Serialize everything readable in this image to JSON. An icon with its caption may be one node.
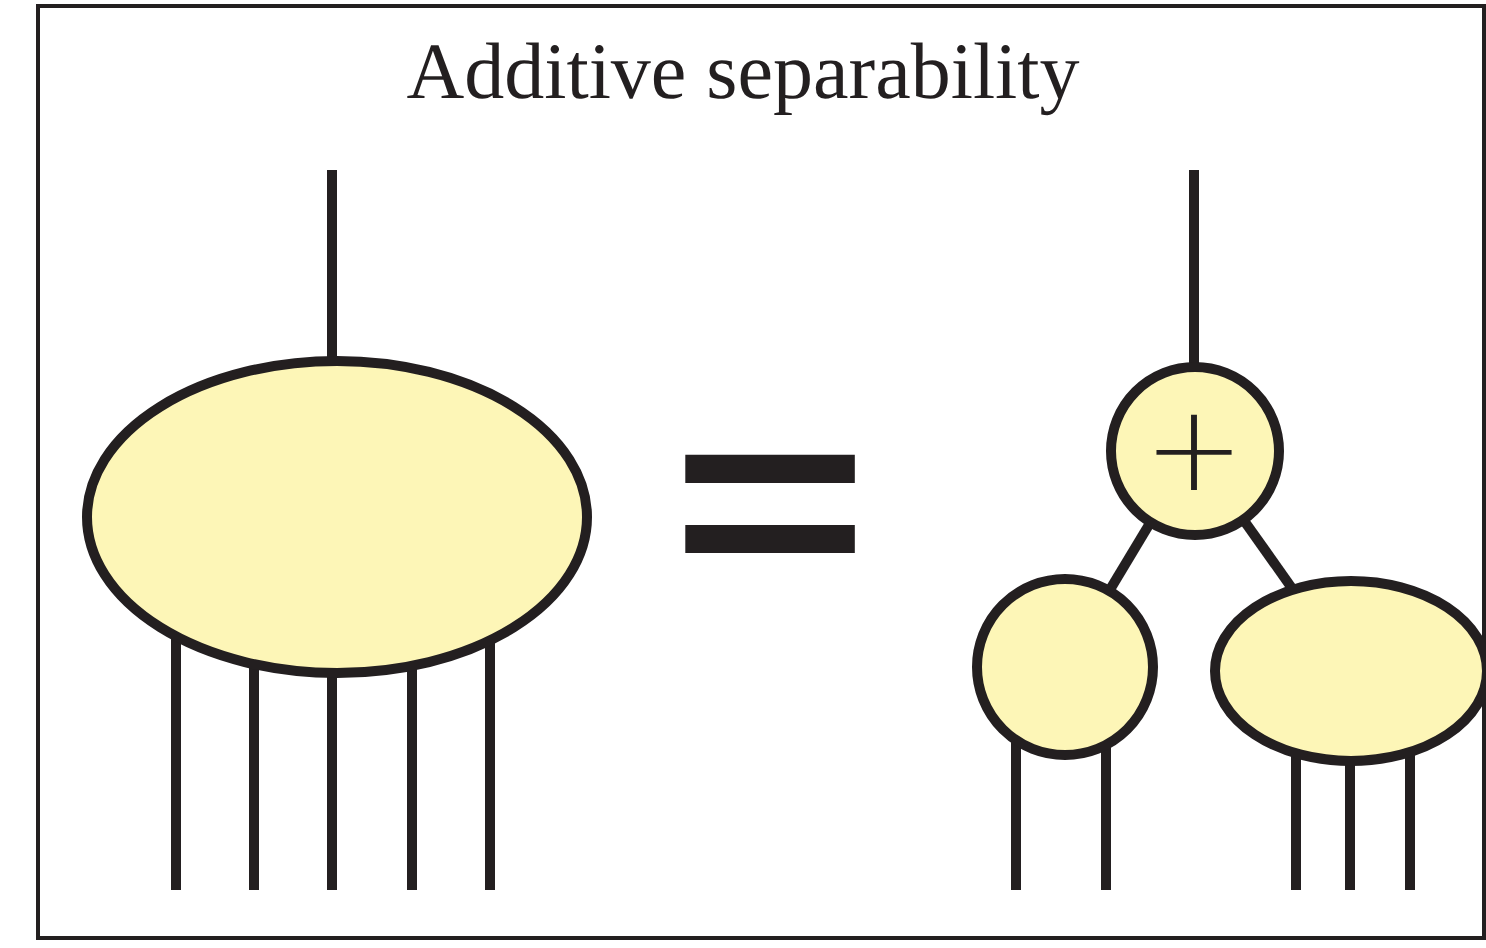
{
  "diagram": {
    "title": "Additive separability",
    "nodes": [
      {
        "text": [],
        "shape": "ellipse"
      },
      {
        "text": [
          "+"
        ]
      },
      {
        "text": [],
        "shape": "circle"
      },
      {
        "text": [],
        "shape": "ellipse"
      }
    ],
    "edges": [
      {
        "from": null,
        "to": 0,
        "arrow": "none"
      },
      {
        "from": 0,
        "to": null,
        "arrow": "none"
      },
      {
        "from": 0,
        "to": null,
        "arrow": "none"
      },
      {
        "from": 0,
        "to": null,
        "arrow": "none"
      },
      {
        "from": 0,
        "to": null,
        "arrow": "none"
      },
      {
        "from": 0,
        "to": null,
        "arrow": "none"
      },
      {
        "from": null,
        "to": 1,
        "arrow": "none"
      },
      {
        "from": 1,
        "to": 2,
        "arrow": "none"
      },
      {
        "from": 1,
        "to": 3,
        "arrow": "none"
      },
      {
        "from": 2,
        "to": null,
        "arrow": "none"
      },
      {
        "from": 2,
        "to": null,
        "arrow": "none"
      },
      {
        "from": 3,
        "to": null,
        "arrow": "none"
      },
      {
        "from": 3,
        "to": null,
        "arrow": "none"
      },
      {
        "from": 3,
        "to": null,
        "arrow": "none"
      }
    ],
    "labels": [
      "="
    ]
  }
}
